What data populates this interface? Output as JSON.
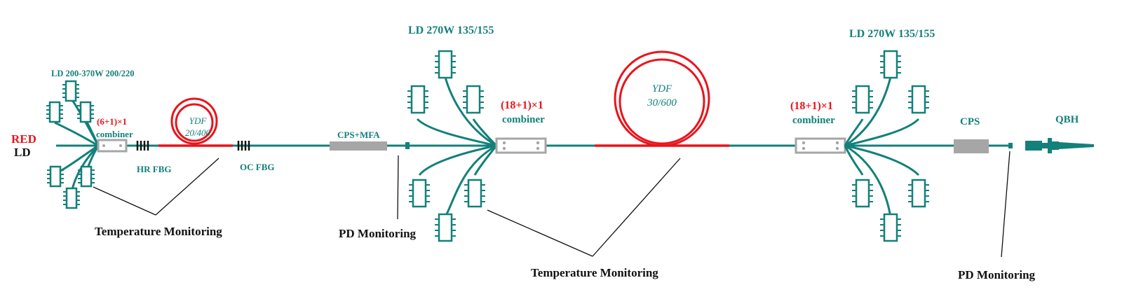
{
  "labels": {
    "red_ld_line1": "RED",
    "red_ld_line2": "LD",
    "ld_group_1": "LD 200-370W 200/220",
    "combiner_1_ratio": "(6+1)×1",
    "combiner_1_name": "combiner",
    "ydf_1_line1": "YDF",
    "ydf_1_line2": "20/400",
    "hr_fbg": "HR FBG",
    "oc_fbg": "OC FBG",
    "cps_mfa": "CPS+MFA",
    "ld_group_2": "LD 270W 135/155",
    "combiner_2_ratio": "(18+1)×1",
    "combiner_2_name": "combiner",
    "ydf_2_line1": "YDF",
    "ydf_2_line2": "30/600",
    "ld_group_3": "LD 270W 135/155",
    "combiner_3_ratio": "(18+1)×1",
    "combiner_3_name": "combiner",
    "cps": "CPS",
    "qbh": "QBH",
    "temp_monitoring_1": "Temperature Monitoring",
    "pd_monitoring_1": "PD Monitoring",
    "temp_monitoring_2": "Temperature Monitoring",
    "pd_monitoring_2": "PD Monitoring"
  },
  "colors": {
    "fiber": "#13807a",
    "active_fiber": "#e8141c",
    "component_gray": "#a6a6a6",
    "text_black": "#111111"
  }
}
